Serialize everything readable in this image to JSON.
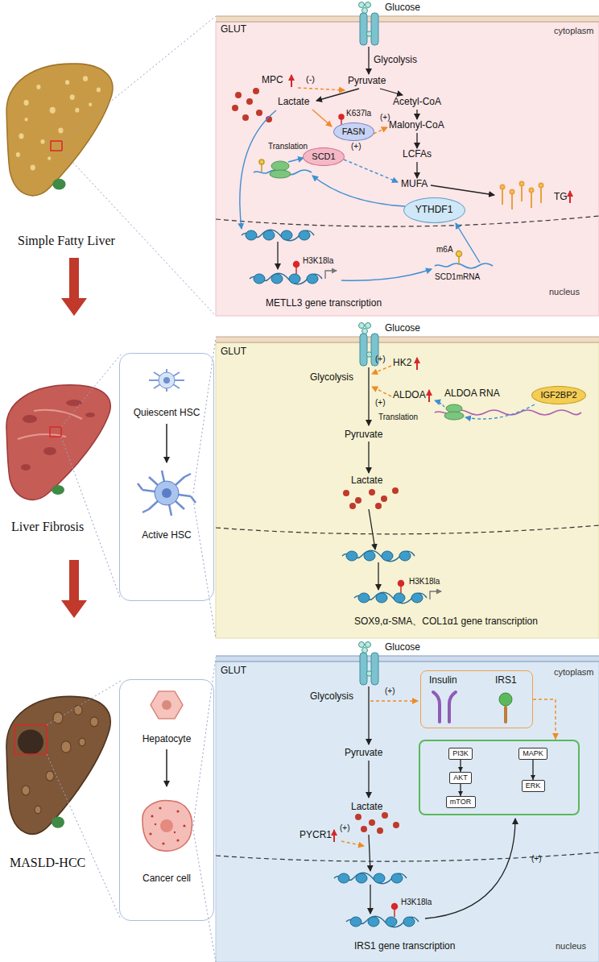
{
  "diagram": {
    "nodes": [
      {
        "text": [
          "FASN"
        ]
      },
      {
        "text": [
          "SCD1"
        ]
      },
      {
        "text": [
          "YTHDF1"
        ]
      },
      {
        "text": [
          "Quiescent HSC",
          "Active HSC"
        ]
      },
      {
        "text": [
          "IGF2BP2"
        ]
      },
      {
        "text": [
          "Hepatocyte",
          "Cancer cell"
        ]
      },
      {
        "text": [
          "Insulin",
          "IRS1"
        ]
      },
      {
        "text": []
      },
      {
        "text": [
          "PI3K"
        ],
        "in": 7
      },
      {
        "text": [
          "AKT"
        ],
        "in": 7
      },
      {
        "text": [
          "mTOR"
        ],
        "in": 7
      },
      {
        "text": [
          "MAPK"
        ],
        "in": 7
      },
      {
        "text": [
          "ERK"
        ],
        "in": 7
      }
    ],
    "edges": [
      {
        "from": 8,
        "to": 9,
        "arrow": "to"
      },
      {
        "from": 9,
        "to": 10,
        "arrow": "to"
      },
      {
        "from": 11,
        "to": 12,
        "arrow": "to"
      },
      {
        "from": 6,
        "to": 7,
        "arrow": "to"
      }
    ],
    "labels": [
      "Simple Fatty Liver",
      "Liver Fibrosis",
      "MASLD-HCC",
      "Glucose",
      "GLUT",
      "cytoplasm",
      "MPC",
      "Glycolysis",
      "Pyruvate",
      "(-)",
      "Lactate",
      "Acetyl-CoA",
      "K637la",
      "(+)",
      "Malonyl-CoA",
      "Translation",
      "(+)",
      "LCFAs",
      "MUFA",
      "TG",
      "m6A",
      "SCD1mRNA",
      "H3K18la",
      "METLL3 gene transcription",
      "nucleus",
      "Glucose",
      "GLUT",
      "(+)",
      "HK2",
      "Glycolysis",
      "(+)",
      "ALDOA",
      "ALDOA RNA",
      "Translation",
      "Pyruvate",
      "Lactate",
      "H3K18la",
      "SOX9,α-SMA、COL1α1 gene transcription",
      "Glucose",
      "GLUT",
      "cytoplasm",
      "Glycolysis",
      "(+)",
      "Pyruvate",
      "Lactate",
      "PYCR1",
      "(+)",
      "H3K18la",
      "IRS1 gene transcription",
      "(+)",
      "nucleus"
    ]
  }
}
